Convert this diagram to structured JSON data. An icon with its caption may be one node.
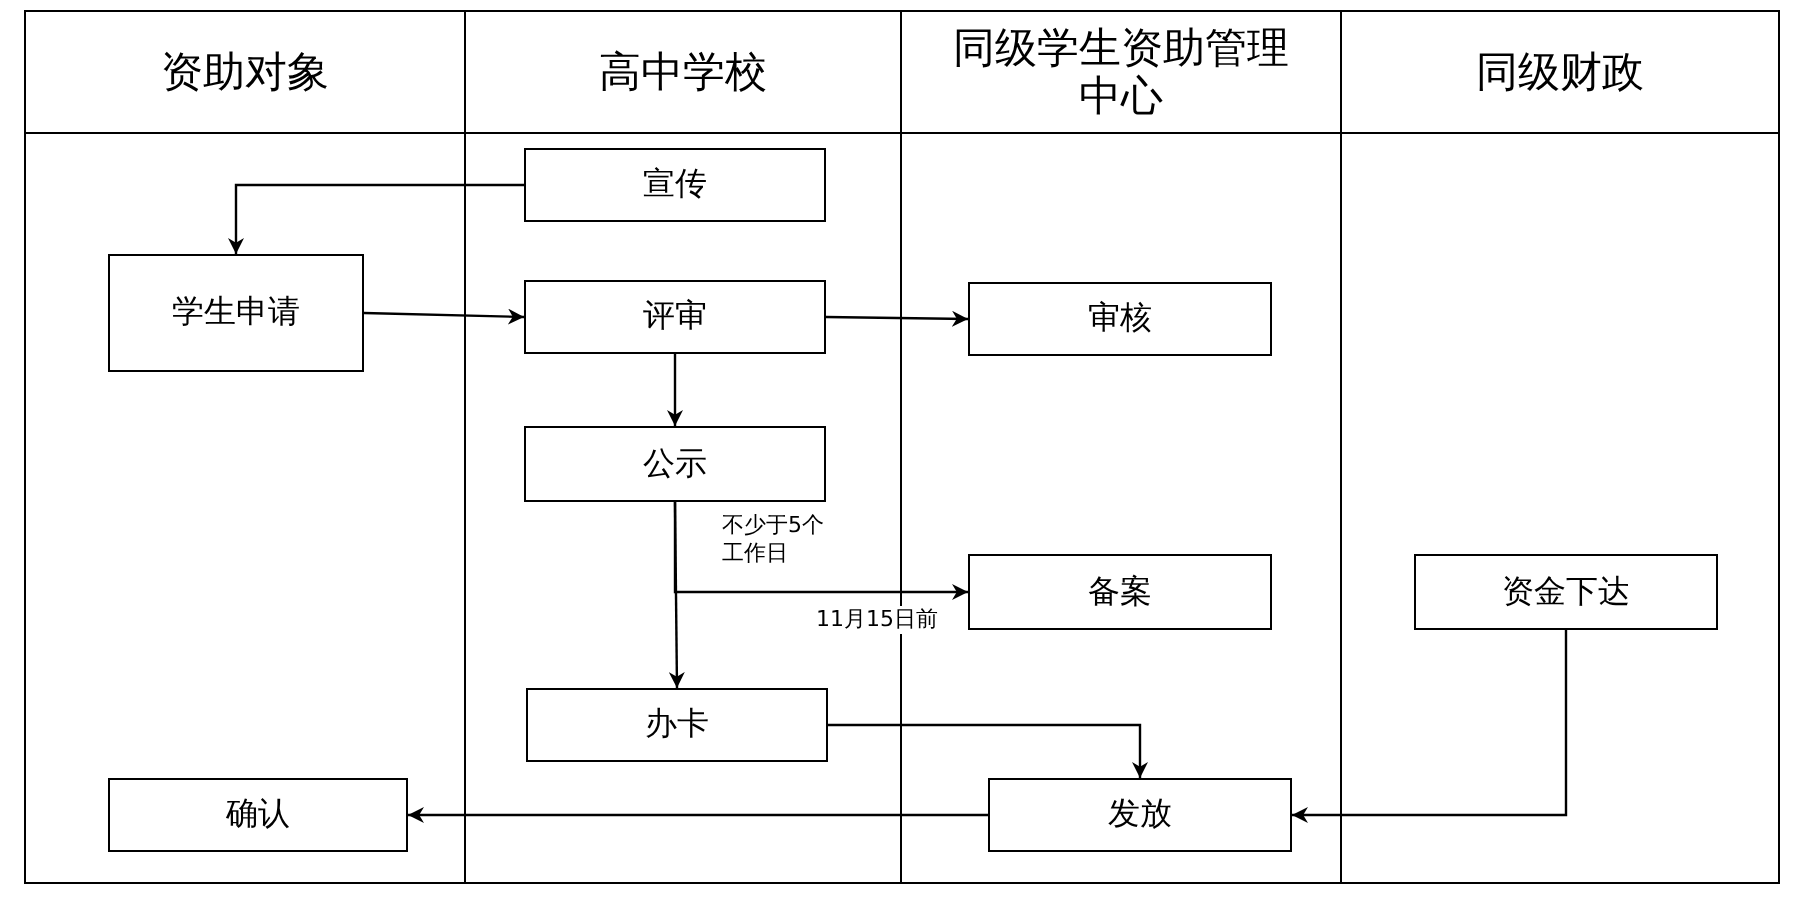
{
  "diagram": {
    "nodes": [
      {
        "text": [
          "资助对象"
        ]
      },
      {
        "text": [
          "高中学校"
        ]
      },
      {
        "text": [
          "同级学生资助管理中心"
        ]
      },
      {
        "text": [
          "同级财政"
        ]
      },
      {
        "text": [
          "宣传"
        ],
        "in": 1
      },
      {
        "text": [
          "学生申请"
        ],
        "in": 0
      },
      {
        "text": [
          "评审"
        ],
        "in": 1
      },
      {
        "text": [
          "审核"
        ],
        "in": 2
      },
      {
        "text": [
          "公示"
        ],
        "in": 1
      },
      {
        "text": [
          "备案"
        ],
        "in": 2
      },
      {
        "text": [
          "资金下达"
        ],
        "in": 3
      },
      {
        "text": [
          "办卡"
        ],
        "in": 1
      },
      {
        "text": [
          "发放"
        ],
        "in": 2
      },
      {
        "text": [
          "确认"
        ],
        "in": 0
      }
    ],
    "edges": [
      {
        "from": 4,
        "to": 5,
        "arrow": "to"
      },
      {
        "from": 5,
        "to": 6,
        "arrow": "to"
      },
      {
        "from": 6,
        "to": 7,
        "arrow": "to"
      },
      {
        "from": 6,
        "to": 8,
        "arrow": "to"
      },
      {
        "from": 8,
        "to": 11,
        "arrow": "to",
        "label": "不少于5个工作日"
      },
      {
        "from": 8,
        "to": 9,
        "arrow": "to",
        "label": "11月15日前"
      },
      {
        "from": 11,
        "to": 12,
        "arrow": "to"
      },
      {
        "from": 10,
        "to": 12,
        "arrow": "to"
      },
      {
        "from": 12,
        "to": 13,
        "arrow": "to"
      }
    ]
  }
}
